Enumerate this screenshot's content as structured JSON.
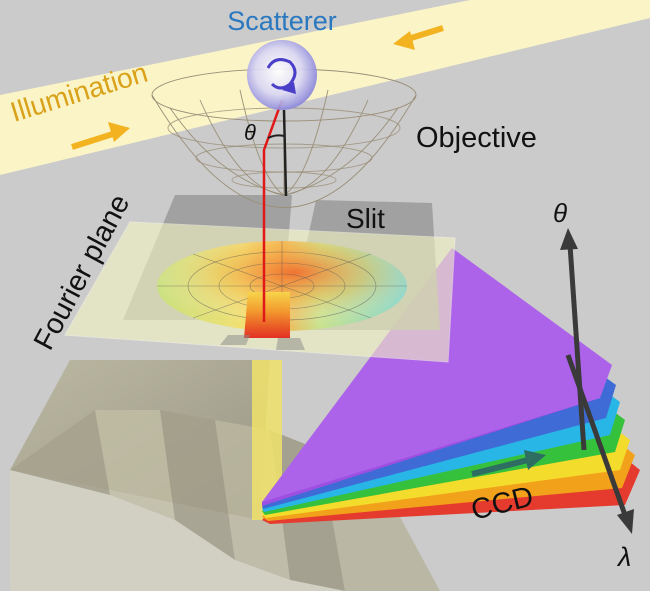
{
  "labels": {
    "scatterer": "Scatterer",
    "illumination": "Illumination",
    "theta_objective": "θ",
    "objective": "Objective",
    "fourier_plane": "Fourier plane",
    "slit": "Slit",
    "theta_axis": "θ",
    "ccd": "CCD",
    "lambda_axis": "λ"
  },
  "colors": {
    "background": "#cbcbcb",
    "beam": "#fdf6c6",
    "arrow": "#f3b321",
    "scatterer_text": "#2a78c0",
    "illumination_text": "#d9a21a",
    "ray": "#e01818",
    "ccd_layers": [
      "#e53b2f",
      "#f2a21a",
      "#f4dc2c",
      "#36c13c",
      "#28b6e6",
      "#3f6bd6",
      "#9d4fe2"
    ]
  }
}
